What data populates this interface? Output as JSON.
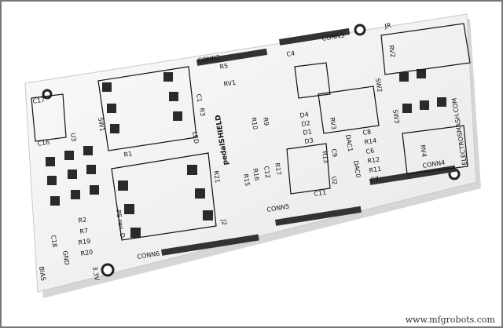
{
  "board": {
    "colors": {
      "board": "#f4f4f4",
      "edge": "#cfcfcf",
      "silkscreen": "#111111",
      "pad": "#2a2a2a"
    },
    "logo_text": "pedalSHIELD",
    "website": "ELECTROSMASH.COM",
    "revision": "PS rev. D",
    "labels": {
      "conn2": "CONN2",
      "conn3": "CONN3",
      "conn4": "CONN4",
      "conn5": "CONN5",
      "conn6": "CONN6",
      "rv1": "RV1",
      "rv2": "RV2",
      "rv3": "RV3",
      "rv4": "RV4",
      "sw1": "SW1",
      "sw2": "SW2",
      "sw3": "SW3",
      "r1": "R1",
      "r2": "R2",
      "r3": "R3",
      "r5": "R5",
      "r7": "R7",
      "r9": "R9",
      "r10": "R10",
      "r11": "R11",
      "r12": "R12",
      "r13": "R13",
      "r14": "R14",
      "r15": "R15",
      "r16": "R16",
      "r17": "R17",
      "r19": "R19",
      "r20": "R20",
      "r21": "R21",
      "c1": "C1",
      "c4": "C4",
      "c6": "C6",
      "c7": "C7",
      "c8": "C8",
      "c9": "C9",
      "c11": "C11",
      "c12": "C12",
      "c16": "C16",
      "c17": "C17",
      "c18": "C18",
      "d1": "D1",
      "d2": "D2",
      "d3": "D3",
      "d4": "D4",
      "u2": "U2",
      "u3": "U3",
      "j2": "J2",
      "led": "LED",
      "bias": "BIAS",
      "v33": "3.3V",
      "gnd": "GND",
      "dac0": "DAC0",
      "dac1": "DAC1",
      "jr": "JR"
    }
  },
  "watermark": "www.mfgrobots.com"
}
